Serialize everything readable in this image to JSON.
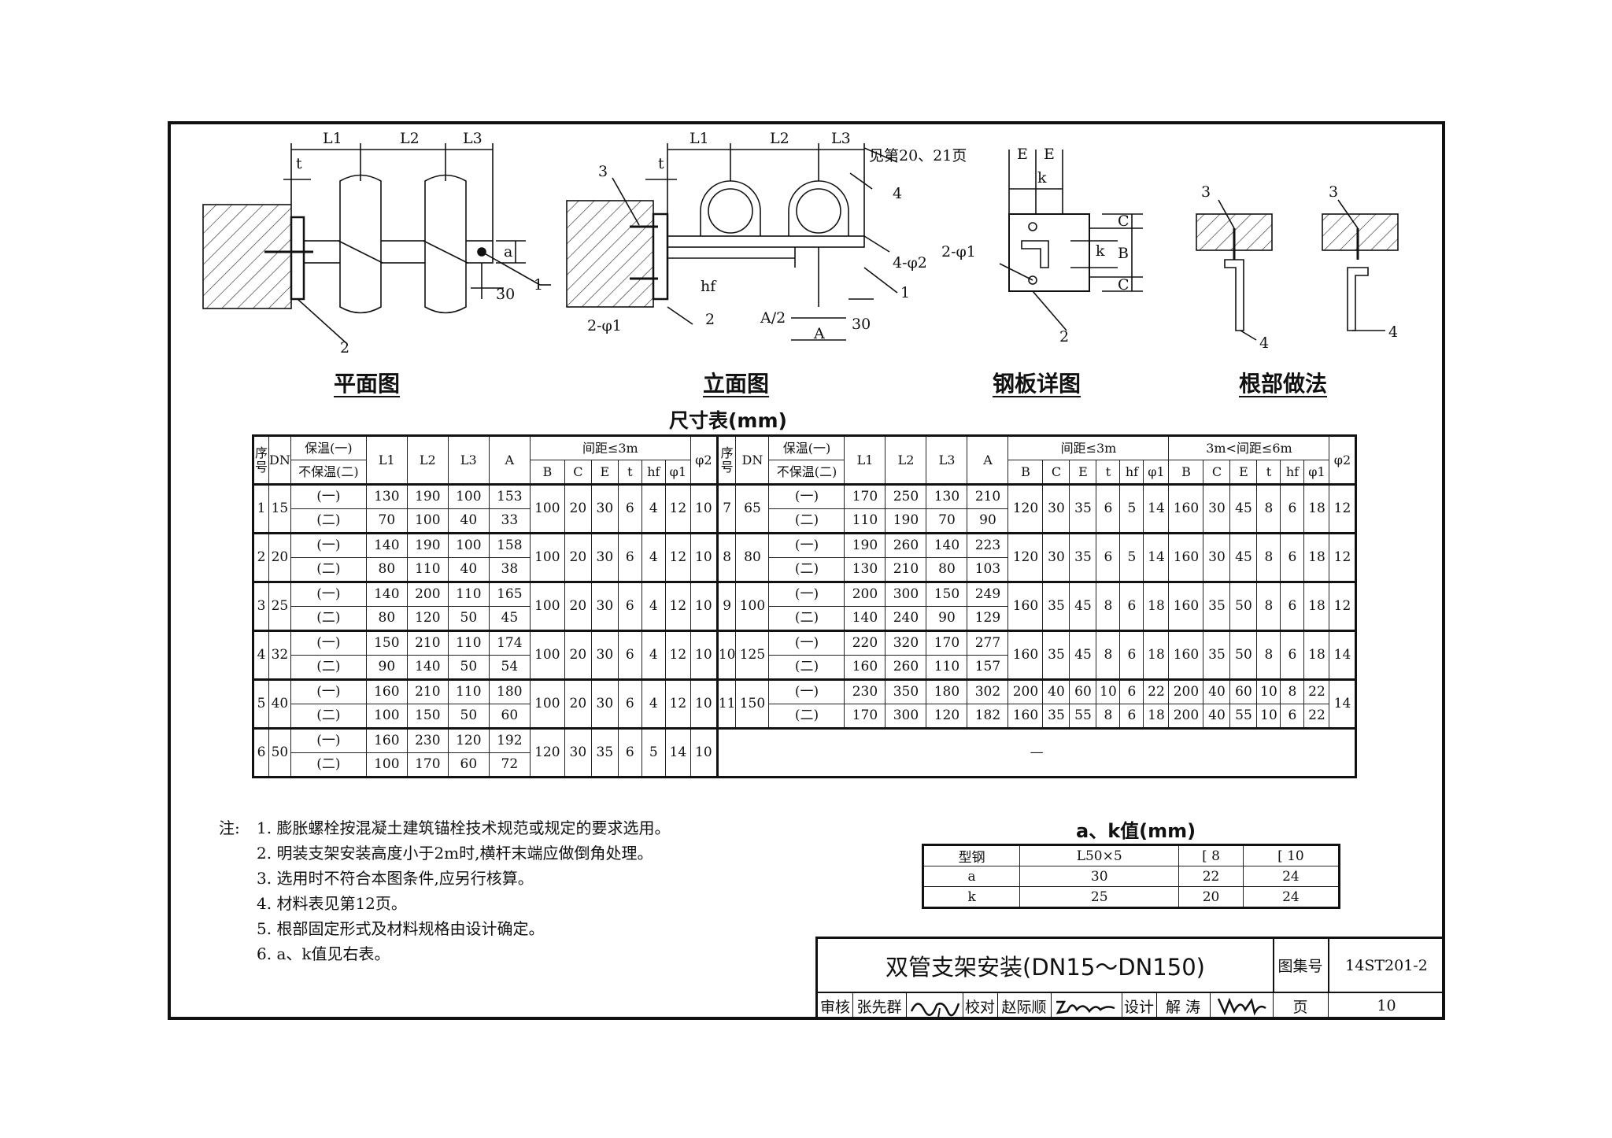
{
  "captions": {
    "plan": "平面图",
    "elevation": "立面图",
    "plate": "钢板详图",
    "root": "根部做法"
  },
  "drawing_labels": {
    "L1": "L1",
    "L2": "L2",
    "L3": "L3",
    "t": "t",
    "a": "a",
    "k": "k",
    "E": "E",
    "B": "B",
    "C": "C",
    "A": "A",
    "A_half": "A/2",
    "hf": "hf",
    "dim30": "30",
    "n1": "1",
    "n2": "2",
    "n3": "3",
    "n4": "4",
    "phi1_2": "2-φ1",
    "phi2_4": "4-φ2",
    "see_pages": "见第20、21页"
  },
  "dim_table": {
    "title": "尺寸表(mm)",
    "headers": {
      "seq": "序号",
      "dn": "DN",
      "insul": "保温(一)",
      "noinsul": "不保温(二)",
      "L1": "L1",
      "L2": "L2",
      "L3": "L3",
      "A": "A",
      "span_le3": "间距≤3m",
      "span_3to6": "3m<间距≤6m",
      "B": "B",
      "C": "C",
      "E": "E",
      "t": "t",
      "hf": "hf",
      "phi1": "φ1",
      "phi2": "φ2"
    },
    "left_rows": [
      {
        "no": "1",
        "dn": "15",
        "sub": [
          {
            "k": "(一)",
            "L1": "130",
            "L2": "190",
            "L3": "100",
            "A": "153"
          },
          {
            "k": "(二)",
            "L1": "70",
            "L2": "100",
            "L3": "40",
            "A": "33"
          }
        ],
        "B": "100",
        "C": "20",
        "E": "30",
        "t": "6",
        "hf": "4",
        "phi1": "12",
        "phi2": "10"
      },
      {
        "no": "2",
        "dn": "20",
        "sub": [
          {
            "k": "(一)",
            "L1": "140",
            "L2": "190",
            "L3": "100",
            "A": "158"
          },
          {
            "k": "(二)",
            "L1": "80",
            "L2": "110",
            "L3": "40",
            "A": "38"
          }
        ],
        "B": "100",
        "C": "20",
        "E": "30",
        "t": "6",
        "hf": "4",
        "phi1": "12",
        "phi2": "10"
      },
      {
        "no": "3",
        "dn": "25",
        "sub": [
          {
            "k": "(一)",
            "L1": "140",
            "L2": "200",
            "L3": "110",
            "A": "165"
          },
          {
            "k": "(二)",
            "L1": "80",
            "L2": "120",
            "L3": "50",
            "A": "45"
          }
        ],
        "B": "100",
        "C": "20",
        "E": "30",
        "t": "6",
        "hf": "4",
        "phi1": "12",
        "phi2": "10"
      },
      {
        "no": "4",
        "dn": "32",
        "sub": [
          {
            "k": "(一)",
            "L1": "150",
            "L2": "210",
            "L3": "110",
            "A": "174"
          },
          {
            "k": "(二)",
            "L1": "90",
            "L2": "140",
            "L3": "50",
            "A": "54"
          }
        ],
        "B": "100",
        "C": "20",
        "E": "30",
        "t": "6",
        "hf": "4",
        "phi1": "12",
        "phi2": "10"
      },
      {
        "no": "5",
        "dn": "40",
        "sub": [
          {
            "k": "(一)",
            "L1": "160",
            "L2": "210",
            "L3": "110",
            "A": "180"
          },
          {
            "k": "(二)",
            "L1": "100",
            "L2": "150",
            "L3": "50",
            "A": "60"
          }
        ],
        "B": "100",
        "C": "20",
        "E": "30",
        "t": "6",
        "hf": "4",
        "phi1": "12",
        "phi2": "10"
      },
      {
        "no": "6",
        "dn": "50",
        "sub": [
          {
            "k": "(一)",
            "L1": "160",
            "L2": "230",
            "L3": "120",
            "A": "192"
          },
          {
            "k": "(二)",
            "L1": "100",
            "L2": "170",
            "L3": "60",
            "A": "72"
          }
        ],
        "B": "120",
        "C": "30",
        "E": "35",
        "t": "6",
        "hf": "5",
        "phi1": "14",
        "phi2": "10"
      }
    ],
    "right_rows": [
      {
        "no": "7",
        "dn": "65",
        "sub": [
          {
            "k": "(一)",
            "L1": "170",
            "L2": "250",
            "L3": "130",
            "A": "210"
          },
          {
            "k": "(二)",
            "L1": "110",
            "L2": "190",
            "L3": "70",
            "A": "90"
          }
        ],
        "s1": [
          "120",
          "30",
          "35",
          "6",
          "5",
          "14"
        ],
        "s2": [
          "160",
          "30",
          "45",
          "8",
          "6",
          "18"
        ],
        "phi2": "12"
      },
      {
        "no": "8",
        "dn": "80",
        "sub": [
          {
            "k": "(一)",
            "L1": "190",
            "L2": "260",
            "L3": "140",
            "A": "223"
          },
          {
            "k": "(二)",
            "L1": "130",
            "L2": "210",
            "L3": "80",
            "A": "103"
          }
        ],
        "s1": [
          "120",
          "30",
          "35",
          "6",
          "5",
          "14"
        ],
        "s2": [
          "160",
          "30",
          "45",
          "8",
          "6",
          "18"
        ],
        "phi2": "12"
      },
      {
        "no": "9",
        "dn": "100",
        "sub": [
          {
            "k": "(一)",
            "L1": "200",
            "L2": "300",
            "L3": "150",
            "A": "249"
          },
          {
            "k": "(二)",
            "L1": "140",
            "L2": "240",
            "L3": "90",
            "A": "129"
          }
        ],
        "s1": [
          "160",
          "35",
          "45",
          "8",
          "6",
          "18"
        ],
        "s2": [
          "160",
          "35",
          "50",
          "8",
          "6",
          "18"
        ],
        "phi2": "12"
      },
      {
        "no": "10",
        "dn": "125",
        "sub": [
          {
            "k": "(一)",
            "L1": "220",
            "L2": "320",
            "L3": "170",
            "A": "277"
          },
          {
            "k": "(二)",
            "L1": "160",
            "L2": "260",
            "L3": "110",
            "A": "157"
          }
        ],
        "s1": [
          "160",
          "35",
          "45",
          "8",
          "6",
          "18"
        ],
        "s2": [
          "160",
          "35",
          "50",
          "8",
          "6",
          "18"
        ],
        "phi2": "14"
      },
      {
        "no": "11",
        "dn": "150",
        "sub": [
          {
            "k": "(一)",
            "L1": "230",
            "L2": "350",
            "L3": "180",
            "A": "302",
            "s1": [
              "200",
              "40",
              "60",
              "10",
              "6",
              "22"
            ],
            "s2": [
              "200",
              "40",
              "60",
              "10",
              "8",
              "22"
            ]
          },
          {
            "k": "(二)",
            "L1": "170",
            "L2": "300",
            "L3": "120",
            "A": "182",
            "s1": [
              "160",
              "35",
              "55",
              "8",
              "6",
              "18"
            ],
            "s2": [
              "200",
              "40",
              "55",
              "10",
              "6",
              "22"
            ]
          }
        ],
        "phi2": "14"
      }
    ],
    "empty_mark": "—"
  },
  "notes": {
    "prefix": "注:",
    "items": [
      "1. 膨胀螺栓按混凝土建筑锚栓技术规范或规定的要求选用。",
      "2. 明装支架安装高度小于2m时,横杆末端应做倒角处理。",
      "3. 选用时不符合本图条件,应另行核算。",
      "4. 材料表见第12页。",
      "5. 根部固定形式及材料规格由设计确定。",
      "6. a、k值见右表。"
    ]
  },
  "ak_table": {
    "title": "a、k值(mm)",
    "header": [
      "型钢",
      "L50×5",
      "[ 8",
      "[ 10"
    ],
    "rows": [
      [
        "a",
        "30",
        "22",
        "24"
      ],
      [
        "k",
        "25",
        "20",
        "24"
      ]
    ]
  },
  "title_block": {
    "title": "双管支架安装(DN15～DN150)",
    "atlas_label": "图集号",
    "atlas_no": "14ST201-2",
    "review_label": "审核",
    "reviewer": "张先群",
    "check_label": "校对",
    "checker": "赵际顺",
    "design_label": "设计",
    "designer": "解 涛",
    "page_label": "页",
    "page_no": "10"
  }
}
